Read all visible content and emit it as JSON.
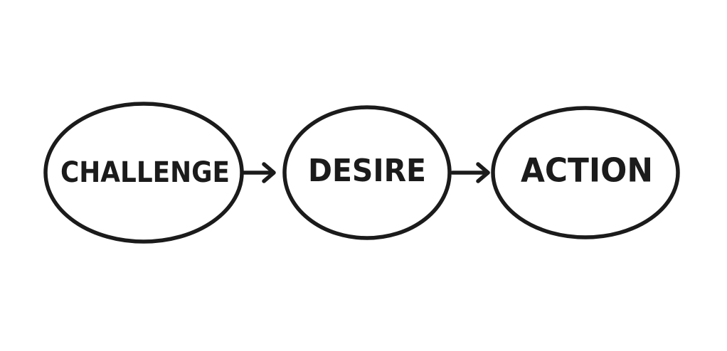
{
  "diagram": {
    "nodes": [
      {
        "id": "challenge",
        "label": "CHALLENGE"
      },
      {
        "id": "desire",
        "label": "DESIRE"
      },
      {
        "id": "action",
        "label": "ACTION"
      }
    ],
    "edges": [
      {
        "from": "challenge",
        "to": "desire"
      },
      {
        "from": "desire",
        "to": "action"
      }
    ],
    "colors": {
      "stroke": "#1b1b1b",
      "background": "#ffffff"
    }
  }
}
